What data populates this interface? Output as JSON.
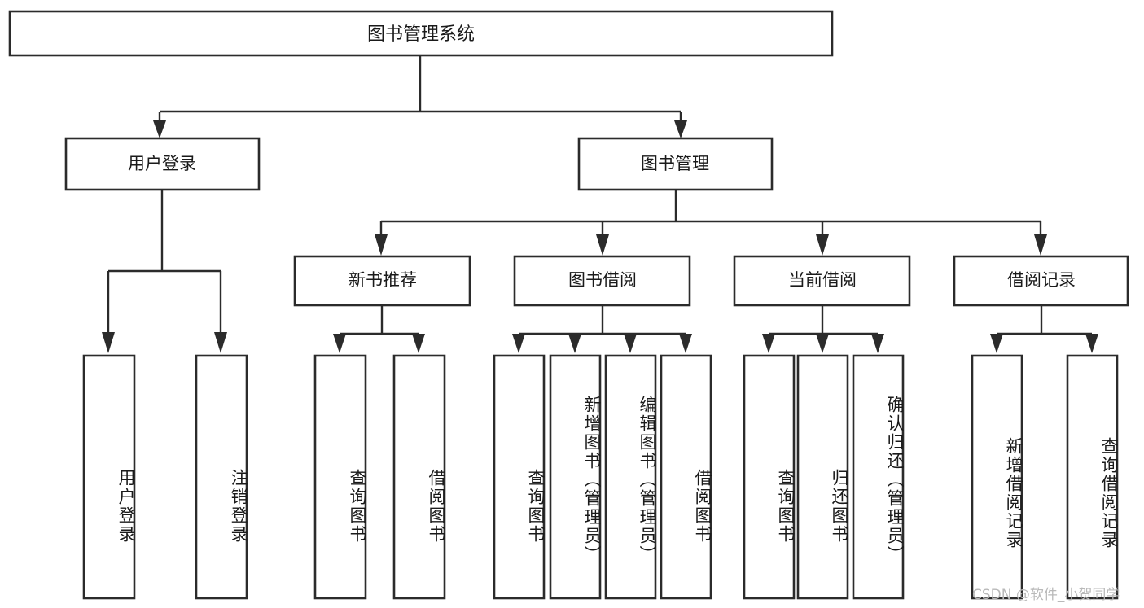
{
  "diagram": {
    "title": "图书管理系统",
    "watermark": "CSDN @软件_小贺同学",
    "colors": {
      "box_stroke": "#2b2b2b",
      "box_fill": "#ffffff",
      "text": "#1a1a1a",
      "background": "#ffffff",
      "watermark": "#b9b9b9"
    },
    "levels": {
      "root": "图书管理系统",
      "level2": [
        "用户登录",
        "图书管理"
      ],
      "level3": [
        "新书推荐",
        "图书借阅",
        "当前借阅",
        "借阅记录"
      ]
    },
    "nodes": {
      "root": {
        "label": "图书管理系统"
      },
      "user_login": {
        "label": "用户登录"
      },
      "book_manage": {
        "label": "图书管理"
      },
      "new_book_rec": {
        "label": "新书推荐"
      },
      "book_borrow": {
        "label": "图书借阅"
      },
      "current_borrow": {
        "label": "当前借阅"
      },
      "borrow_record": {
        "label": "借阅记录"
      }
    },
    "leaves": {
      "user_login_1": {
        "label": "用户登录"
      },
      "user_login_2": {
        "label": "注销登录"
      },
      "new_book_1": {
        "label": "查询图书"
      },
      "new_book_2": {
        "label": "借阅图书"
      },
      "borrow_1": {
        "label": "查询图书"
      },
      "borrow_2": {
        "label": "新增图书（管理员）"
      },
      "borrow_3": {
        "label": "编辑图书（管理员）"
      },
      "borrow_4": {
        "label": "借阅图书"
      },
      "current_1": {
        "label": "查询图书"
      },
      "current_2": {
        "label": "归还图书"
      },
      "current_3": {
        "label": "确认归还（管理员）"
      },
      "record_1": {
        "label": "新增借阅记录"
      },
      "record_2": {
        "label": "查询借阅记录"
      }
    }
  }
}
